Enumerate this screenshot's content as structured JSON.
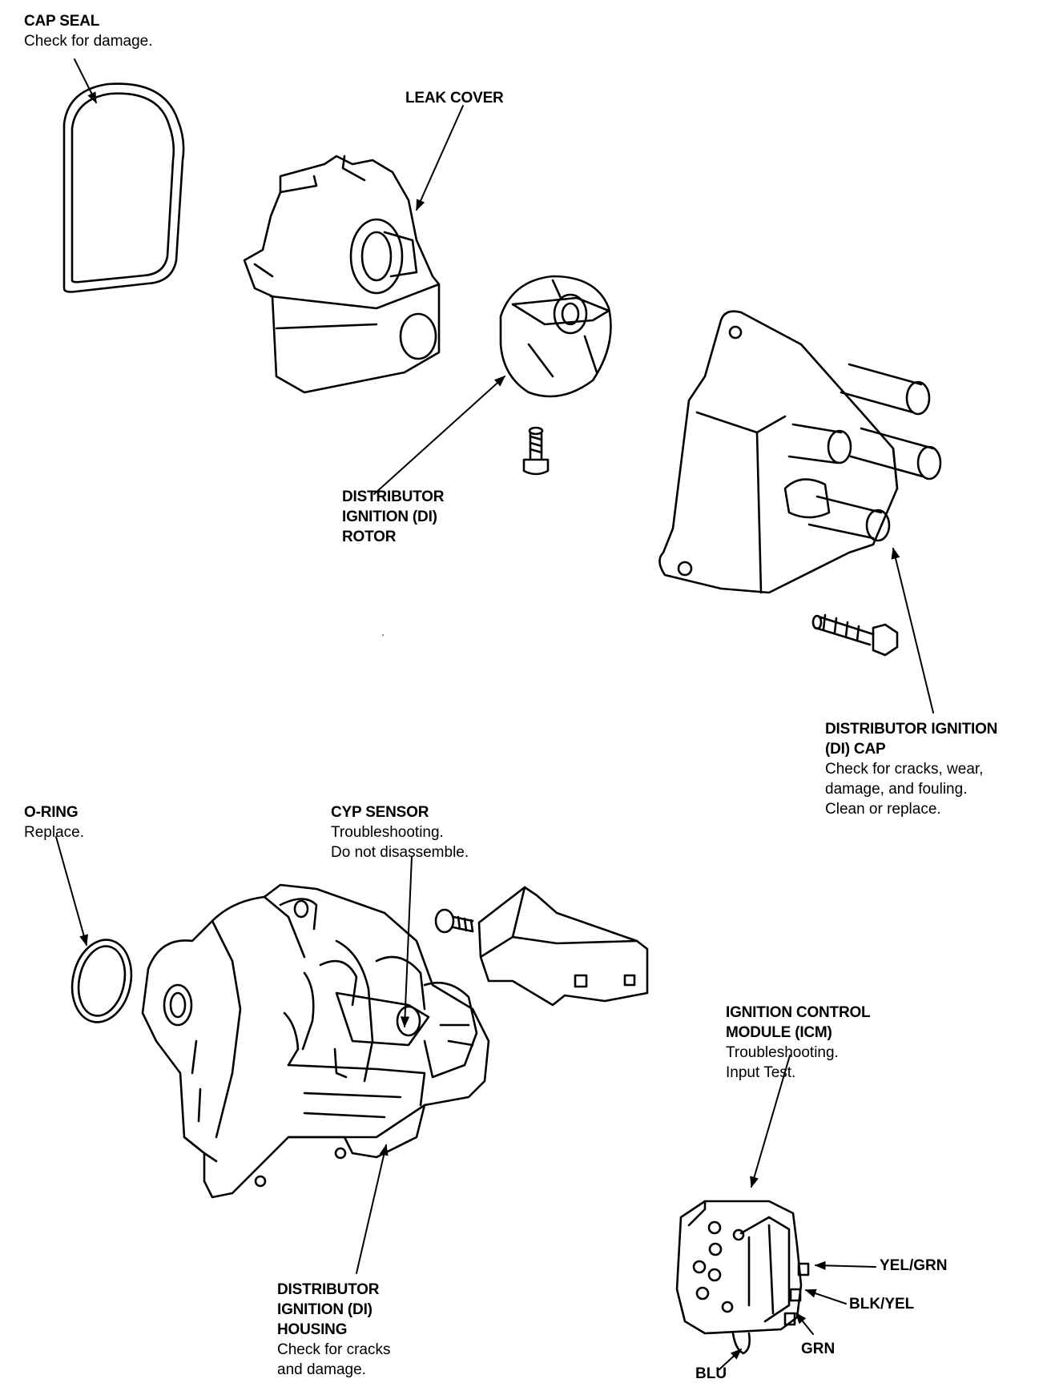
{
  "labels": {
    "cap_seal": {
      "title": "CAP SEAL",
      "note": "Check for damage."
    },
    "leak_cover": {
      "title": "LEAK COVER"
    },
    "rotor": {
      "title1": "DISTRIBUTOR",
      "title2": "IGNITION (DI)",
      "title3": "ROTOR"
    },
    "di_cap": {
      "title1": "DISTRIBUTOR IGNITION",
      "title2": "(DI) CAP",
      "note1": "Check for cracks, wear,",
      "note2": "damage, and fouling.",
      "note3": "Clean or replace."
    },
    "o_ring": {
      "title": "O-RING",
      "note": "Replace."
    },
    "cyp_sensor": {
      "title": "CYP SENSOR",
      "note1": "Troubleshooting.",
      "note2": "Do not disassemble."
    },
    "icm": {
      "title1": "IGNITION CONTROL",
      "title2": "MODULE (ICM)",
      "note1": "Troubleshooting.",
      "note2": "Input Test."
    },
    "housing": {
      "title1": "DISTRIBUTOR",
      "title2": "IGNITION (DI)",
      "title3": "HOUSING",
      "note1": "Check for cracks",
      "note2": "and damage."
    }
  },
  "wires": {
    "yel_grn": "YEL/GRN",
    "blk_yel": "BLK/YEL",
    "grn": "GRN",
    "blu": "BLU"
  },
  "colors": {
    "ink": "#000000",
    "paper": "#ffffff"
  }
}
